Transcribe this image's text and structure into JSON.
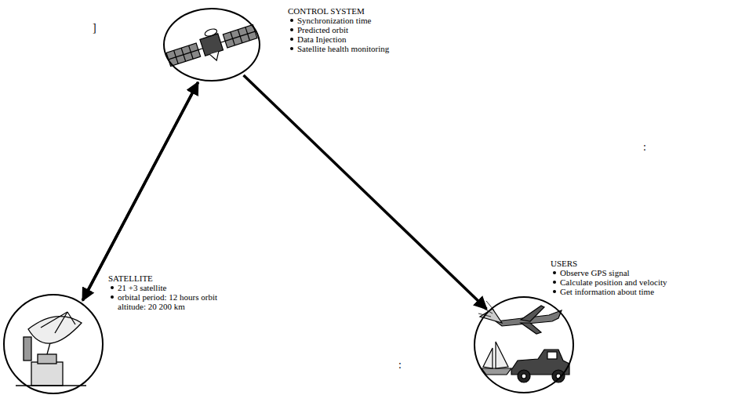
{
  "diagram": {
    "nodes": [
      {
        "text": [
          "CONTROL SYSTEM",
          "Synchronization time",
          "Predicted orbit",
          "Data Injection",
          "Satellite health monitoring"
        ]
      },
      {
        "text": [
          "SATELLITE",
          "21 +3 satellite",
          "orbital period: 12 hours orbit altitude: 20 200 km"
        ]
      },
      {
        "text": [
          "USERS",
          "Observe GPS signal",
          "Calculate position and velocity",
          "Get information about time"
        ]
      }
    ],
    "edges": [
      {
        "from": 0,
        "to": 1,
        "arrow": "to"
      },
      {
        "from": 1,
        "to": 0,
        "arrow": "to"
      },
      {
        "from": 0,
        "to": 2,
        "arrow": "to"
      }
    ],
    "labels": [
      "]",
      ":",
      ":"
    ]
  }
}
